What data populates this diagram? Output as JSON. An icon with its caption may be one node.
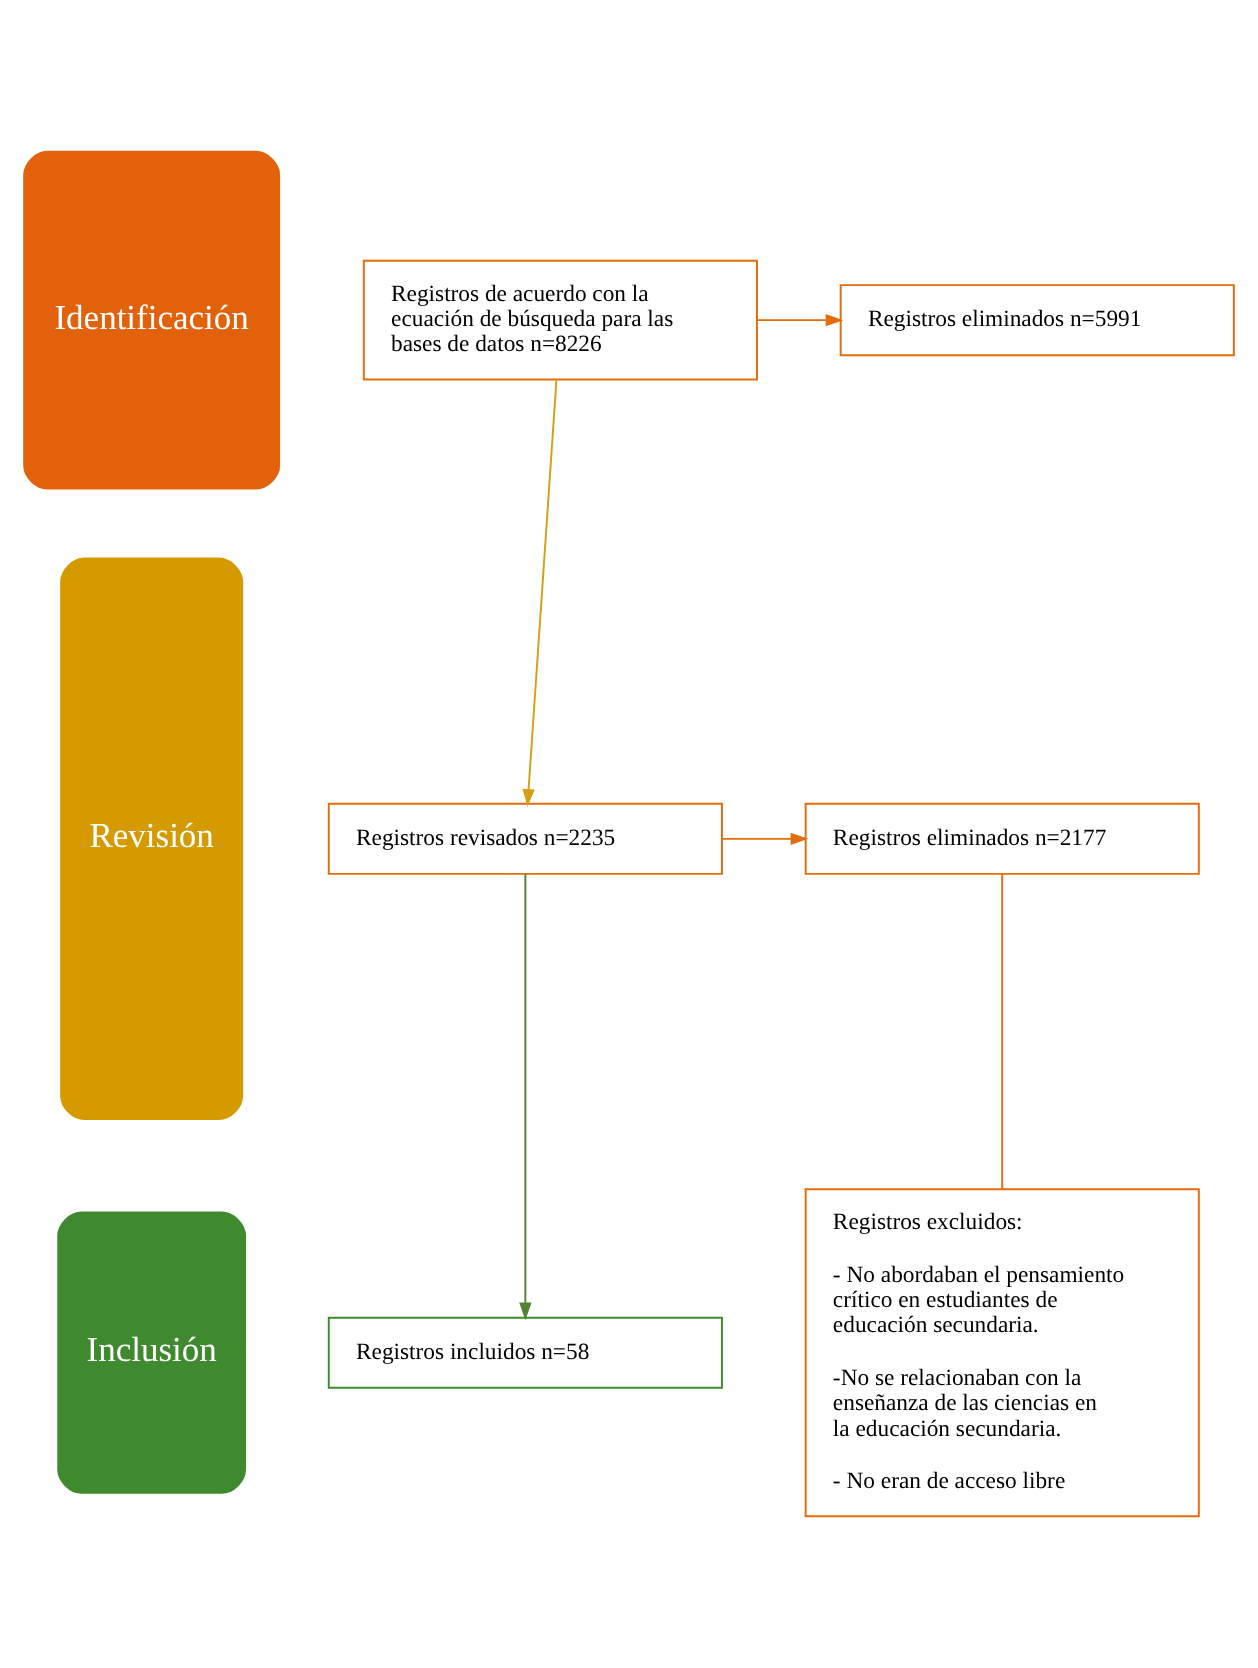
{
  "diagram": {
    "nodes": [
      {
        "text": [
          "Identificación"
        ]
      },
      {
        "text": [
          "Registros de acuerdo con la ecuación de búsqueda para las bases de datos n=8226"
        ]
      },
      {
        "text": [
          "Registros eliminados n=5991"
        ]
      },
      {
        "text": [
          "Revisión"
        ]
      },
      {
        "text": [
          "Registros revisados n=2235"
        ]
      },
      {
        "text": [
          "Registros eliminados n=2177"
        ]
      },
      {
        "text": [
          "Registros excluidos:",
          "- No abordaban el pensamiento crítico en estudiantes de educación secundaria.",
          "-No se relacionaban con la enseñanza de las ciencias en la educación secundaria.",
          "- No eran de acceso libre"
        ]
      },
      {
        "text": [
          "Inclusión"
        ]
      },
      {
        "text": [
          "Registros incluidos n=58"
        ]
      }
    ],
    "edges": [
      {
        "from": 1,
        "to": 2,
        "arrow": "to"
      },
      {
        "from": 1,
        "to": 4,
        "arrow": "to",
        "color": "#d4a017"
      },
      {
        "from": 4,
        "to": 5,
        "arrow": "to"
      },
      {
        "from": 5,
        "to": 6,
        "arrow": "none"
      },
      {
        "from": 4,
        "to": 8,
        "arrow": "to",
        "color": "#548235"
      }
    ]
  }
}
